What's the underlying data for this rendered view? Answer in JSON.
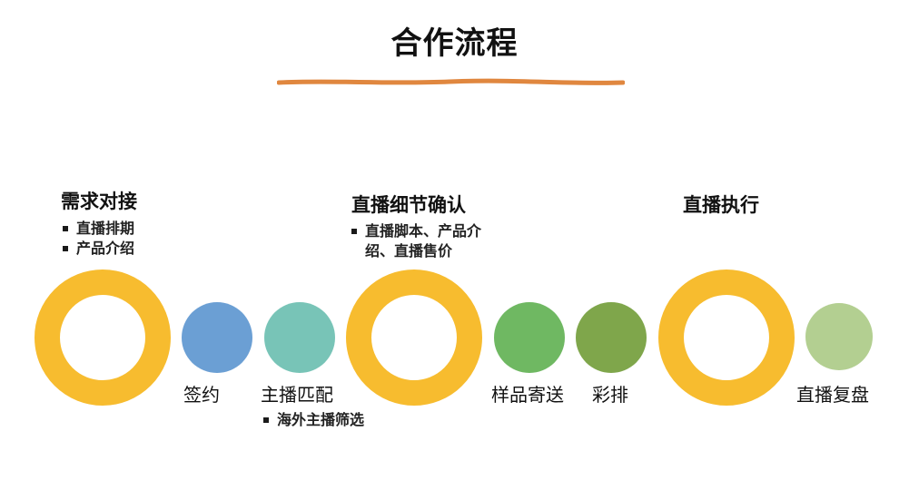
{
  "title": "合作流程",
  "colors": {
    "accent_underline": "#e0873f",
    "ring": "#f7bc2f",
    "circle_sign": "#6b9fd4",
    "circle_match": "#78c4b7",
    "circle_sample": "#6fb862",
    "circle_rehearsal": "#7fa64b",
    "circle_review": "#b3cf91"
  },
  "phases": [
    {
      "name": "需求对接",
      "bullets": [
        "直播排期",
        "产品介绍"
      ]
    },
    {
      "name": "直播细节确认",
      "bullets": [
        "直播脚本、产品介绍、直播售价"
      ]
    },
    {
      "name": "直播执行",
      "bullets": []
    }
  ],
  "steps": [
    {
      "label": "签约"
    },
    {
      "label": "主播匹配",
      "bullets": [
        "海外主播筛选"
      ]
    },
    {
      "label": "样品寄送"
    },
    {
      "label": "彩排"
    },
    {
      "label": "直播复盘"
    }
  ]
}
